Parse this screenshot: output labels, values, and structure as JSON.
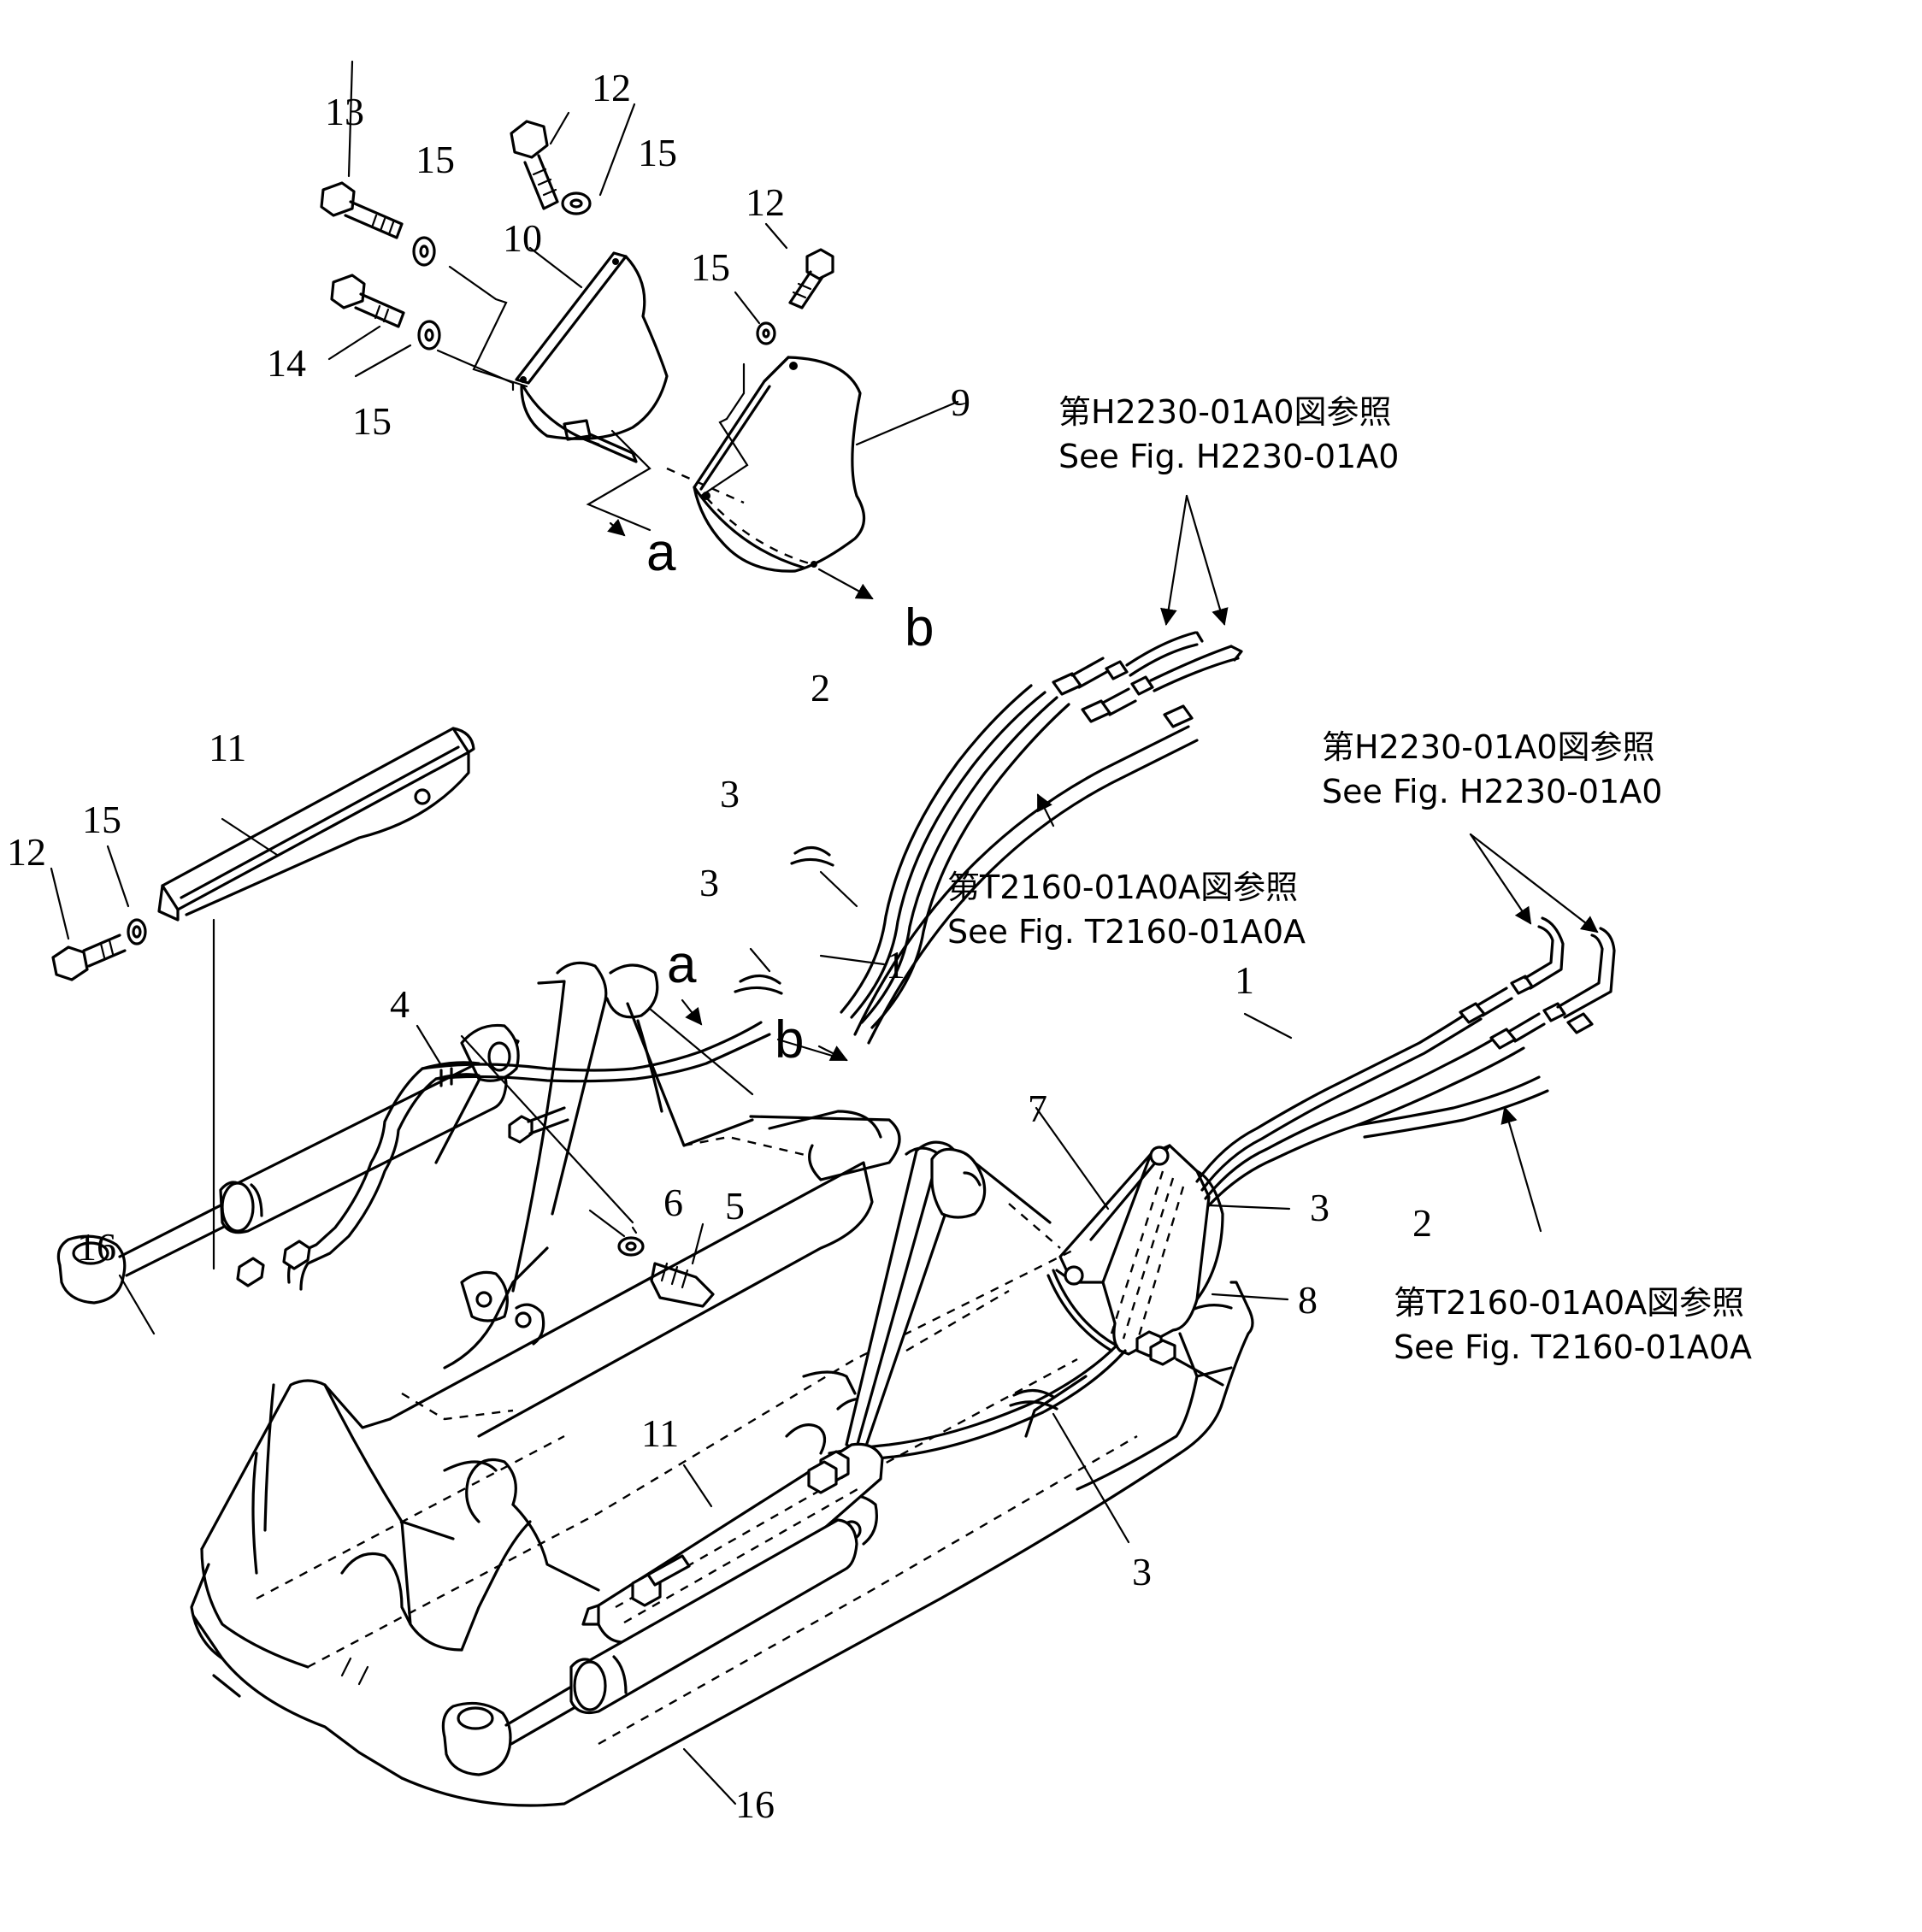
{
  "diagram": {
    "callouts": {
      "c13": "13",
      "c12a": "12",
      "c15a": "15",
      "c15b": "15",
      "c10": "10",
      "c12b": "12",
      "c15c": "15",
      "c14": "14",
      "c15d": "15",
      "c9": "9",
      "c2a": "2",
      "c3a": "3",
      "c11a": "11",
      "c15e": "15",
      "c12c": "12",
      "c3b": "3",
      "c1a": "1",
      "c4": "4",
      "c1b": "1",
      "c7": "7",
      "c3c": "3",
      "c2b": "2",
      "c6": "6",
      "c5": "5",
      "c8": "8",
      "c16a": "16",
      "c11b": "11",
      "c3d": "3",
      "c16b": "16"
    },
    "letters": {
      "a1": "a",
      "b1": "b",
      "a2": "a",
      "b2": "b"
    },
    "references": {
      "ref1_jp": "第H2230-01A0図参照",
      "ref1_en": "See Fig. H2230-01A0",
      "ref2_jp": "第H2230-01A0図参照",
      "ref2_en": "See Fig. H2230-01A0",
      "ref3_jp": "第T2160-01A0A図参照",
      "ref3_en": "See Fig. T2160-01A0A",
      "ref4_jp": "第T2160-01A0A図参照",
      "ref4_en": "See Fig. T2160-01A0A"
    }
  }
}
